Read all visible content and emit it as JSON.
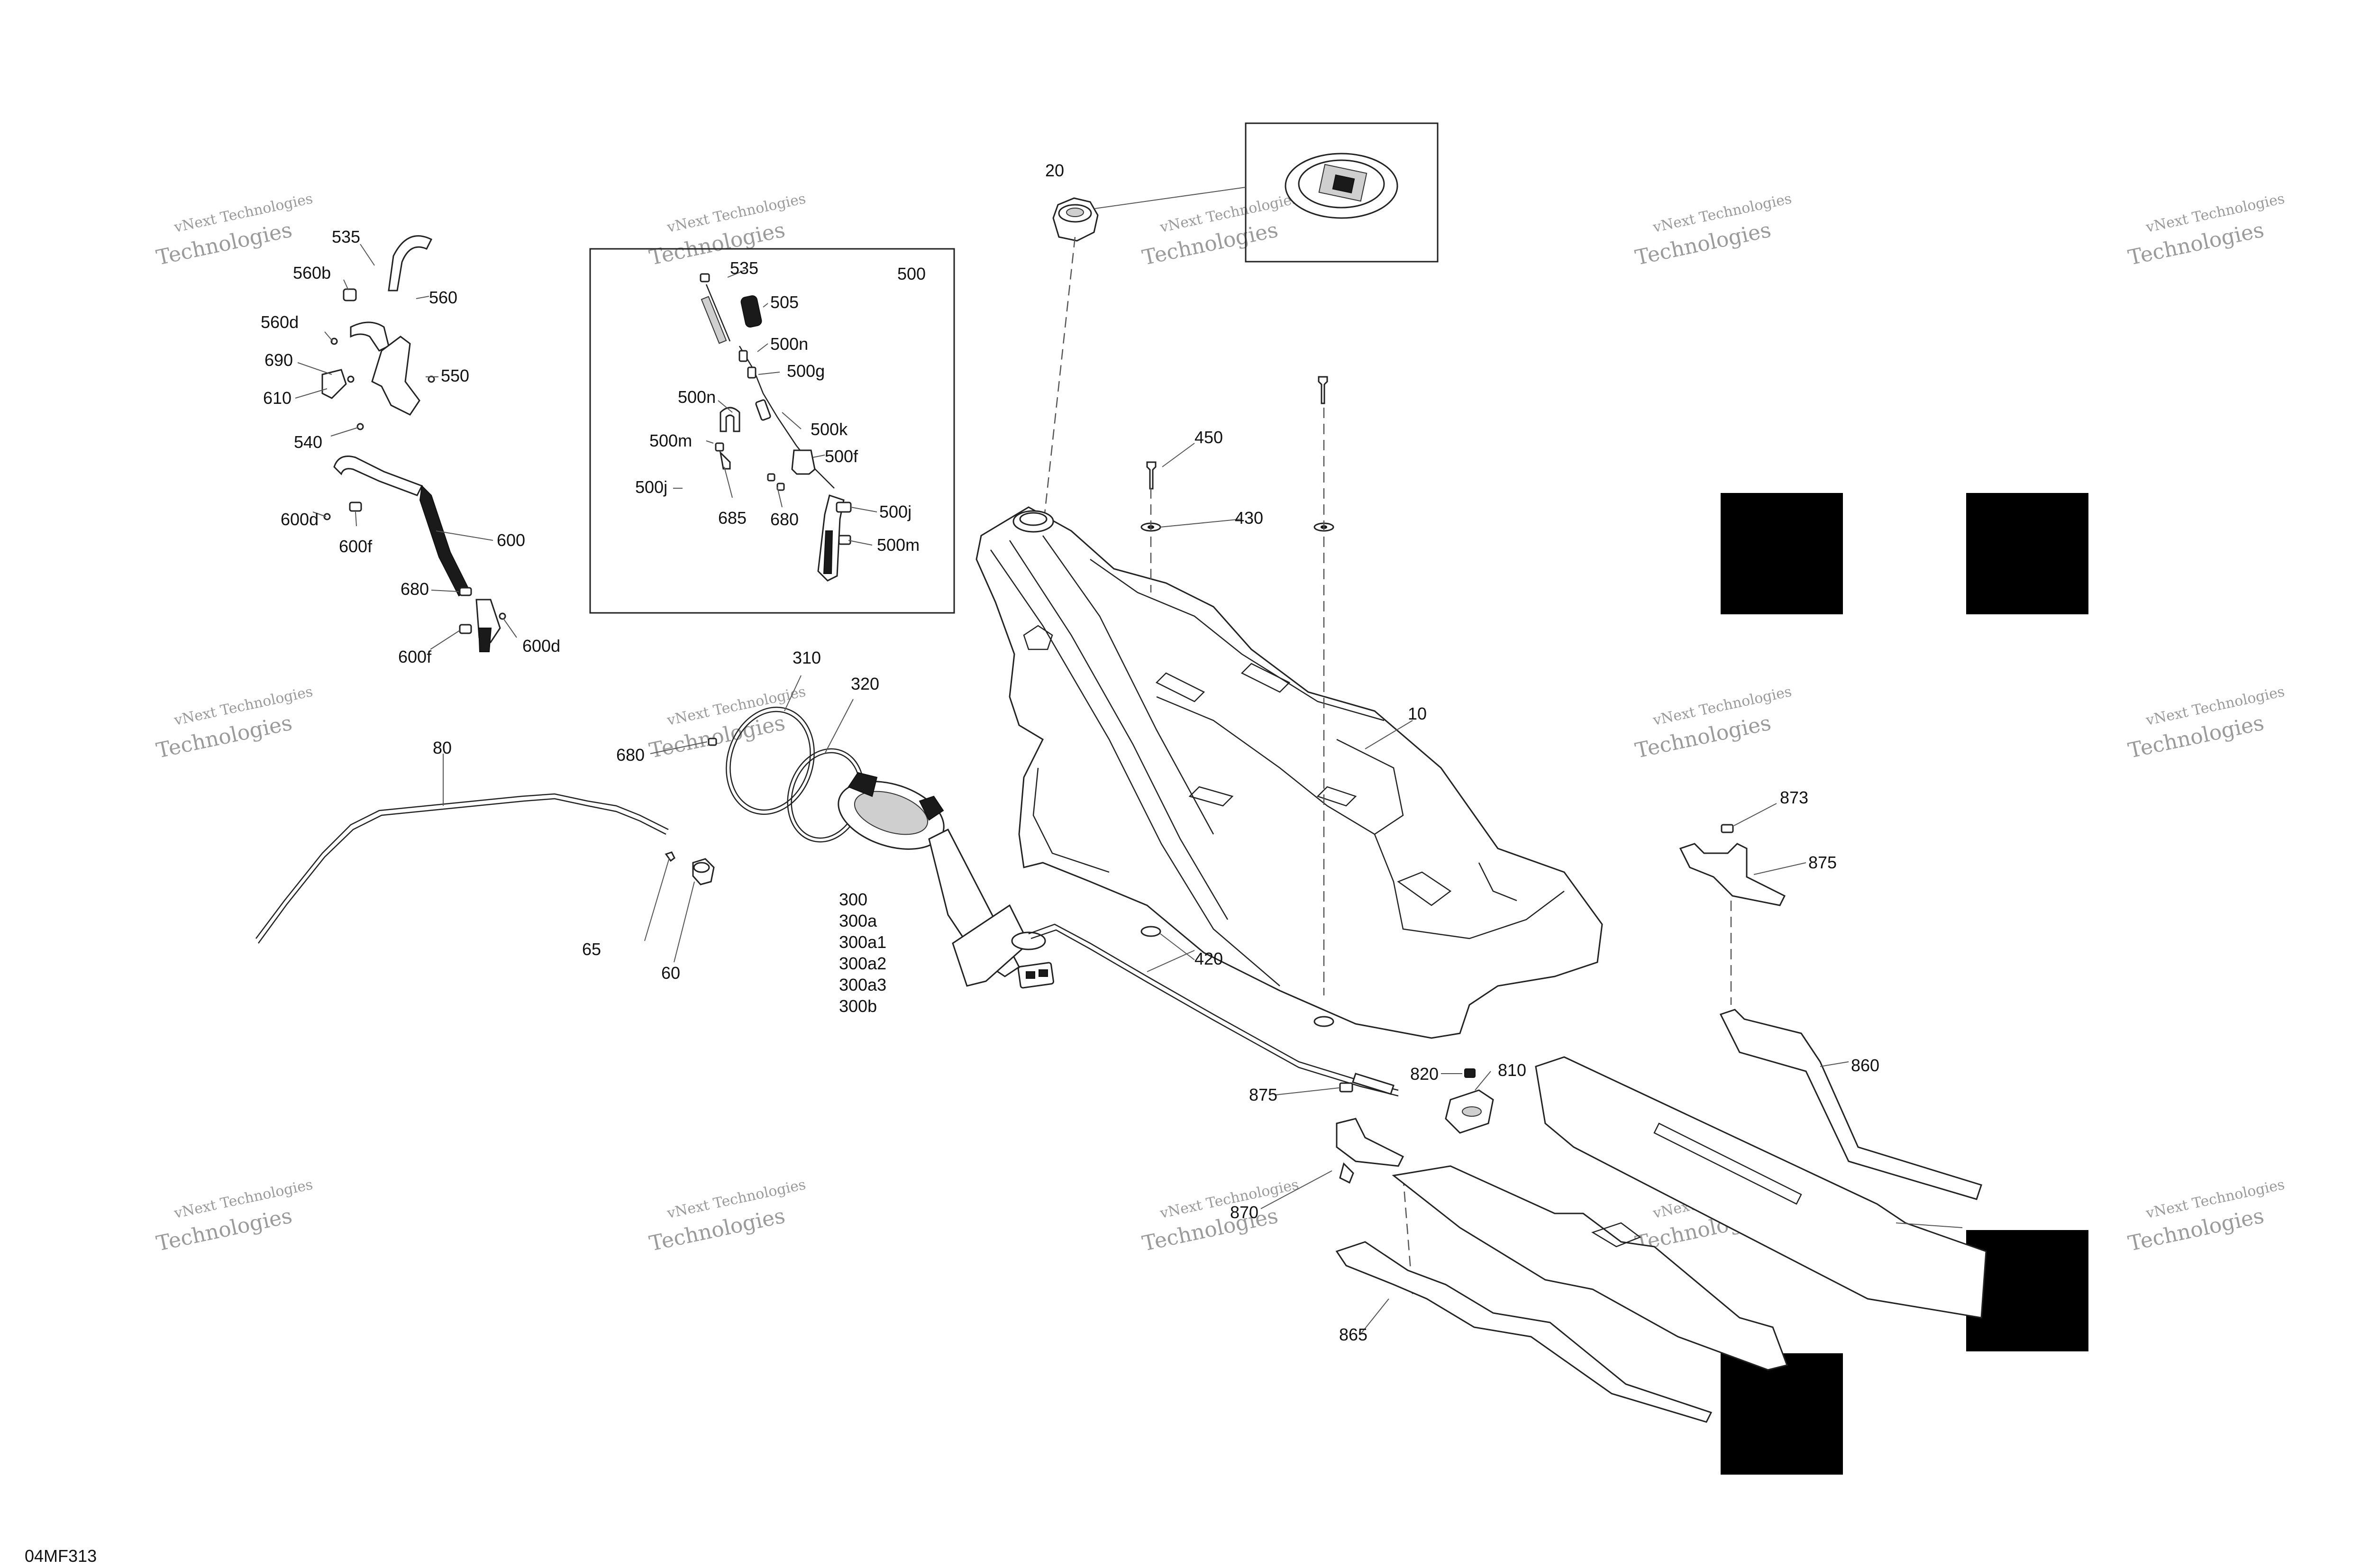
{
  "diagram": {
    "figure_code": "04MF313",
    "watermark_line1": "vNext Technologies",
    "watermark_line2": "Technologies",
    "callouts": {
      "c10": "10",
      "c20": "20",
      "c60": "60",
      "c65": "65",
      "c80": "80",
      "c300": "300",
      "c300a": "300a",
      "c300a1": "300a1",
      "c300a2": "300a2",
      "c300a3": "300a3",
      "c300b": "300b",
      "c310": "310",
      "c320": "320",
      "c420": "420",
      "c430": "430",
      "c450": "450",
      "c500": "500",
      "c500f": "500f",
      "c500g": "500g",
      "c500j_left": "500j",
      "c500j_right": "500j",
      "c500k": "500k",
      "c500m_left": "500m",
      "c500m_right": "500m",
      "c500n_top": "500n",
      "c500n_mid": "500n",
      "c505": "505",
      "c535_inset": "535",
      "c535": "535",
      "c540": "540",
      "c550": "550",
      "c560": "560",
      "c560b": "560b",
      "c560d": "560d",
      "c600": "600",
      "c600d_top": "600d",
      "c600d_bottom": "600d",
      "c600f_top": "600f",
      "c600f_bottom": "600f",
      "c610": "610",
      "c680_hose": "680",
      "c680_inset": "680",
      "c680_ring": "680",
      "c685": "685",
      "c690": "690",
      "c810": "810",
      "c820": "820",
      "c860": "860",
      "c865": "865",
      "c870": "870",
      "c873": "873",
      "c875_right": "875",
      "c875_bottom": "875"
    }
  }
}
